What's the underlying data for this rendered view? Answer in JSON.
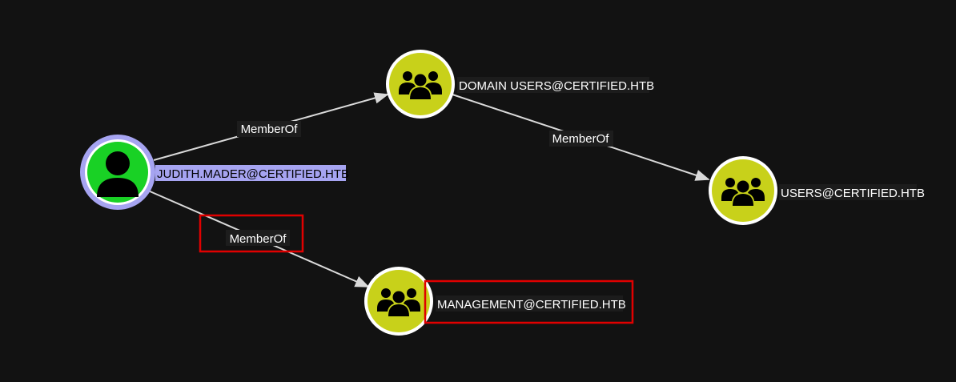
{
  "colors": {
    "background": "#121212",
    "user_node_fill": "#19d125",
    "selected_ring": "#a6a4f1",
    "group_node_fill": "#c8d11a",
    "node_border": "#ffffff",
    "edge": "#d9d9d9",
    "highlight_box": "#e00000",
    "icon": "#000000"
  },
  "nodes": {
    "user": {
      "label": "JUDITH.MADER@CERTIFIED.HTB",
      "icon": "user-icon",
      "selected": true
    },
    "domain_users": {
      "label": "DOMAIN USERS@CERTIFIED.HTB",
      "icon": "group-icon"
    },
    "users": {
      "label": "USERS@CERTIFIED.HTB",
      "icon": "group-icon"
    },
    "management": {
      "label": "MANAGEMENT@CERTIFIED.HTB",
      "icon": "group-icon",
      "highlighted": true
    }
  },
  "edges": {
    "user_to_domain_users": {
      "label": "MemberOf"
    },
    "domain_users_to_users": {
      "label": "MemberOf"
    },
    "user_to_management": {
      "label": "MemberOf",
      "highlighted": true
    }
  }
}
